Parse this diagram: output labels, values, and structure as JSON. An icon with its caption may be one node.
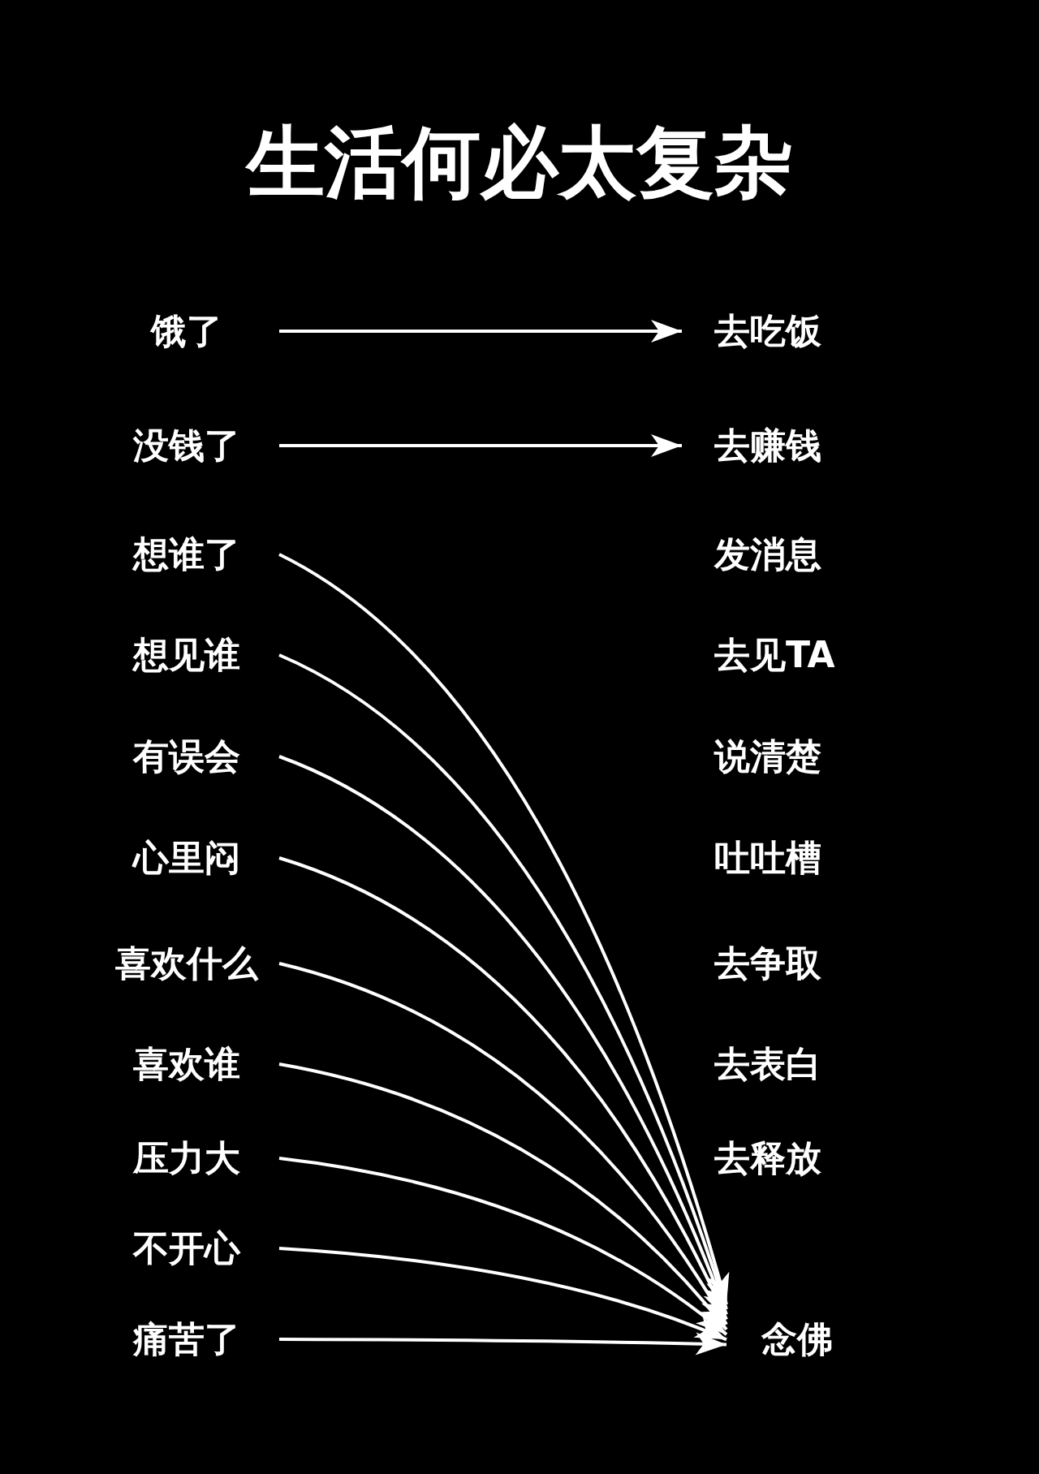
{
  "diagram": {
    "title": "生活何必太复杂",
    "nodes": [
      {
        "text": [
          "饿了"
        ]
      },
      {
        "text": [
          "去吃饭"
        ]
      },
      {
        "text": [
          "没钱了"
        ]
      },
      {
        "text": [
          "去赚钱"
        ]
      },
      {
        "text": [
          "想谁了"
        ]
      },
      {
        "text": [
          "发消息"
        ]
      },
      {
        "text": [
          "想见谁"
        ]
      },
      {
        "text": [
          "去见TA"
        ]
      },
      {
        "text": [
          "有误会"
        ]
      },
      {
        "text": [
          "说清楚"
        ]
      },
      {
        "text": [
          "心里闷"
        ]
      },
      {
        "text": [
          "吐吐槽"
        ]
      },
      {
        "text": [
          "喜欢什么"
        ]
      },
      {
        "text": [
          "去争取"
        ]
      },
      {
        "text": [
          "喜欢谁"
        ]
      },
      {
        "text": [
          "去表白"
        ]
      },
      {
        "text": [
          "压力大"
        ]
      },
      {
        "text": [
          "去释放"
        ]
      },
      {
        "text": [
          "不开心"
        ]
      },
      {
        "text": [
          "痛苦了"
        ]
      },
      {
        "text": [
          "念佛"
        ]
      }
    ],
    "edges": [
      {
        "from": 0,
        "to": 1,
        "arrow": "to"
      },
      {
        "from": 2,
        "to": 3,
        "arrow": "to"
      },
      {
        "from": 4,
        "to": 20,
        "arrow": "to"
      },
      {
        "from": 6,
        "to": 20,
        "arrow": "to"
      },
      {
        "from": 8,
        "to": 20,
        "arrow": "to"
      },
      {
        "from": 10,
        "to": 20,
        "arrow": "to"
      },
      {
        "from": 12,
        "to": 20,
        "arrow": "to"
      },
      {
        "from": 14,
        "to": 20,
        "arrow": "to"
      },
      {
        "from": 16,
        "to": 20,
        "arrow": "to"
      },
      {
        "from": 18,
        "to": 20,
        "arrow": "to"
      },
      {
        "from": 19,
        "to": 20,
        "arrow": "to"
      }
    ]
  }
}
